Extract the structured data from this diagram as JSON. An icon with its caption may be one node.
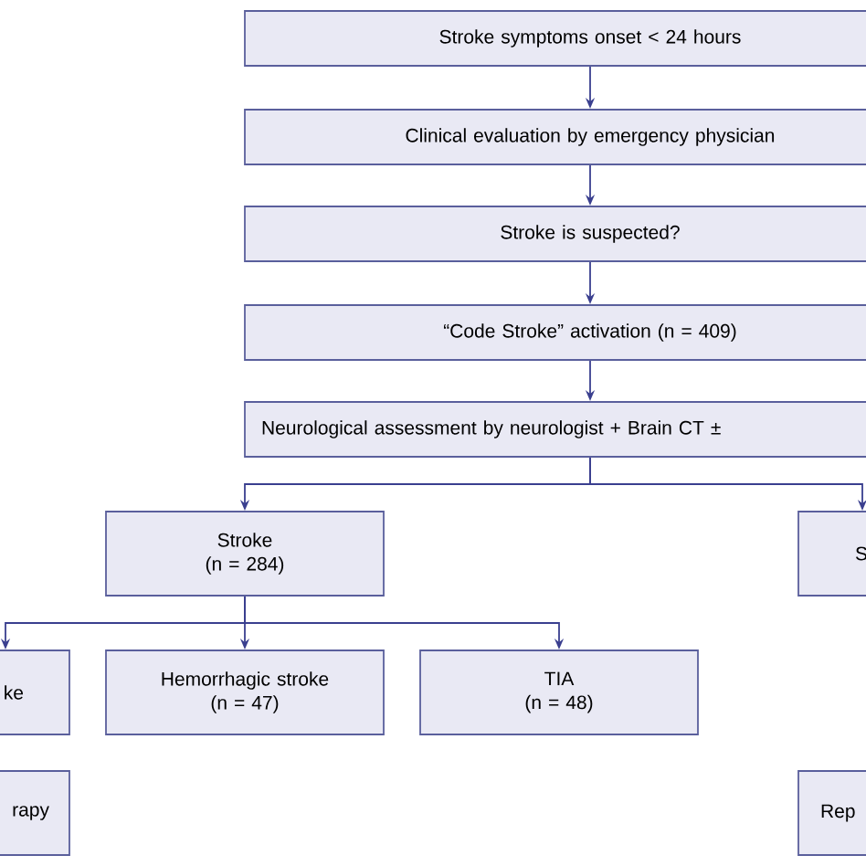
{
  "diagram": {
    "nodes": [
      {
        "text": [
          "Stroke symptoms onset < 24 hours"
        ]
      },
      {
        "text": [
          "Clinical evaluation by emergency physician"
        ]
      },
      {
        "text": [
          "Stroke is suspected?"
        ]
      },
      {
        "text": [
          "“Code Stroke” activation (n = 409)"
        ]
      },
      {
        "text": [
          "Neurological assessment by neurologist + Brain CT ±"
        ]
      },
      {
        "text": [
          "Stroke",
          "(n = 284)"
        ]
      },
      {
        "text": [
          "S"
        ]
      },
      {
        "text": [
          "ke"
        ]
      },
      {
        "text": [
          "Hemorrhagic stroke",
          "(n = 47)"
        ]
      },
      {
        "text": [
          "TIA",
          "(n = 48)"
        ]
      },
      {
        "text": [
          "rapy"
        ]
      },
      {
        "text": [
          "Rep"
        ]
      }
    ],
    "edges": [
      {
        "from": 0,
        "to": 1,
        "arrow": "to"
      },
      {
        "from": 1,
        "to": 2,
        "arrow": "to"
      },
      {
        "from": 2,
        "to": 3,
        "arrow": "to"
      },
      {
        "from": 3,
        "to": 4,
        "arrow": "to"
      },
      {
        "from": 4,
        "to": 5,
        "arrow": "to"
      },
      {
        "from": 4,
        "to": 6,
        "arrow": "to"
      },
      {
        "from": 5,
        "to": 7,
        "arrow": "to"
      },
      {
        "from": 5,
        "to": 8,
        "arrow": "to"
      },
      {
        "from": 5,
        "to": 9,
        "arrow": "to"
      }
    ]
  }
}
